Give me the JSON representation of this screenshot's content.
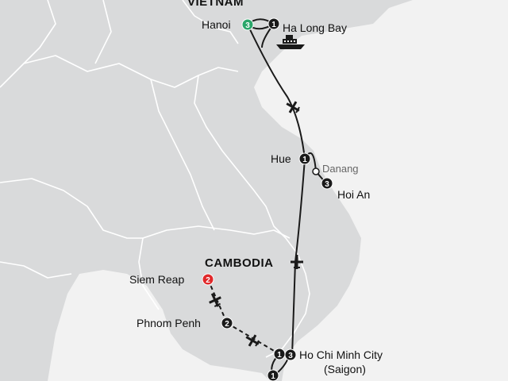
{
  "countries": {
    "vietnam": "VIETNAM",
    "cambodia": "CAMBODIA"
  },
  "stops": [
    {
      "name": "Hanoi",
      "nights": "3",
      "color": "#2aa66a"
    },
    {
      "name": "Ha Long Bay",
      "nights": "1",
      "color": "#1a1a1a"
    },
    {
      "name": "Hue",
      "nights": "1",
      "color": "#1a1a1a"
    },
    {
      "name": "Hoi An",
      "nights": "3",
      "color": "#1a1a1a"
    },
    {
      "name": "Siem Reap",
      "nights": "2",
      "color": "#e0282a"
    },
    {
      "name": "Phnom Penh",
      "nights": "2",
      "color": "#1a1a1a"
    },
    {
      "name": "Ho Chi Minh City",
      "nights": "3",
      "color": "#1a1a1a"
    },
    {
      "name": "(Saigon)"
    },
    {
      "name": "",
      "nights": "1",
      "color": "#1a1a1a"
    },
    {
      "name": "",
      "nights": "1",
      "color": "#1a1a1a"
    }
  ],
  "places": {
    "danang": "Danang"
  },
  "icons": [
    "plane-icon",
    "boat-icon"
  ],
  "colors": {
    "land": "#d9dadb",
    "sea": "#f2f2f2",
    "route": "#1a1a1a",
    "accent_green": "#2aa66a",
    "accent_red": "#e0282a"
  }
}
